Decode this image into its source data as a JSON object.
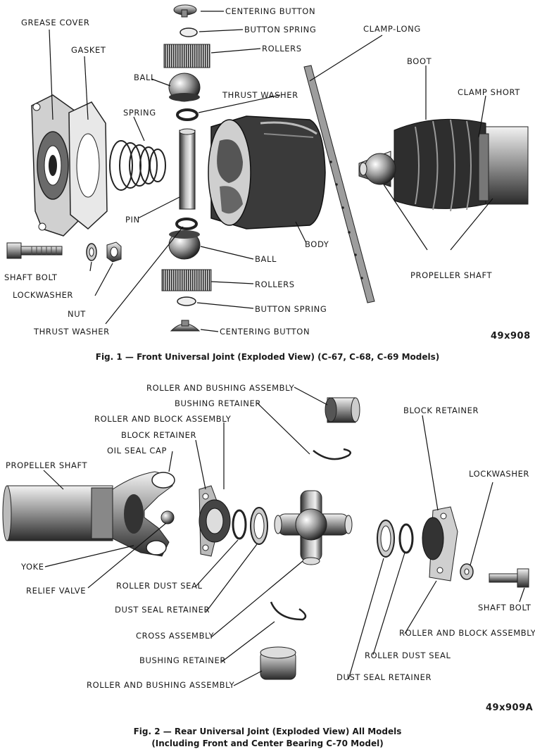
{
  "figure1": {
    "labels": {
      "centering_button_top": "CENTERING BUTTON",
      "button_spring_top": "BUTTON SPRING",
      "rollers_top": "ROLLERS",
      "grease_cover": "GREASE COVER",
      "gasket": "GASKET",
      "clamp_long": "CLAMP-LONG",
      "boot": "BOOT",
      "ball_top": "BALL",
      "thrust_washer_top": "THRUST WASHER",
      "clamp_short": "CLAMP SHORT",
      "spring": "SPRING",
      "pin": "PIN",
      "body": "BODY",
      "shaft_bolt": "SHAFT BOLT",
      "ball_bottom": "BALL",
      "propeller_shaft": "PROPELLER SHAFT",
      "lockwasher": "LOCKWASHER",
      "rollers_bottom": "ROLLERS",
      "nut": "NUT",
      "button_spring_bottom": "BUTTON SPRING",
      "thrust_washer_bottom": "THRUST WASHER",
      "centering_button_bottom": "CENTERING BUTTON"
    },
    "code": "49x908",
    "caption": "Fig. 1 — Front Universal Joint (Exploded View) (C-67, C-68, C-69 Models)"
  },
  "figure2": {
    "labels": {
      "roller_bushing_top": "ROLLER AND BUSHING ASSEMBLY",
      "bushing_retainer_top": "BUSHING RETAINER",
      "roller_block_top": "ROLLER AND BLOCK ASSEMBLY",
      "block_retainer_left": "BLOCK RETAINER",
      "block_retainer_right": "BLOCK RETAINER",
      "oil_seal_cap": "OIL SEAL CAP",
      "propeller_shaft": "PROPELLER SHAFT",
      "lockwasher": "LOCKWASHER",
      "yoke": "YOKE",
      "relief_valve": "RELIEF VALVE",
      "roller_dust_seal_left": "ROLLER DUST SEAL",
      "shaft_bolt": "SHAFT BOLT",
      "dust_seal_retainer_left": "DUST SEAL RETAINER",
      "roller_block_right": "ROLLER AND BLOCK ASSEMBLY",
      "cross_assembly": "CROSS ASSEMBLY",
      "roller_dust_seal_right": "ROLLER DUST SEAL",
      "bushing_retainer_bottom": "BUSHING RETAINER",
      "dust_seal_retainer_right": "DUST SEAL RETAINER",
      "roller_bushing_bottom": "ROLLER AND BUSHING ASSEMBLY"
    },
    "code": "49x909A",
    "caption_line1": "Fig. 2 — Rear Universal Joint (Exploded View) All Models",
    "caption_line2": "(Including Front and Center Bearing C-70 Model)"
  }
}
